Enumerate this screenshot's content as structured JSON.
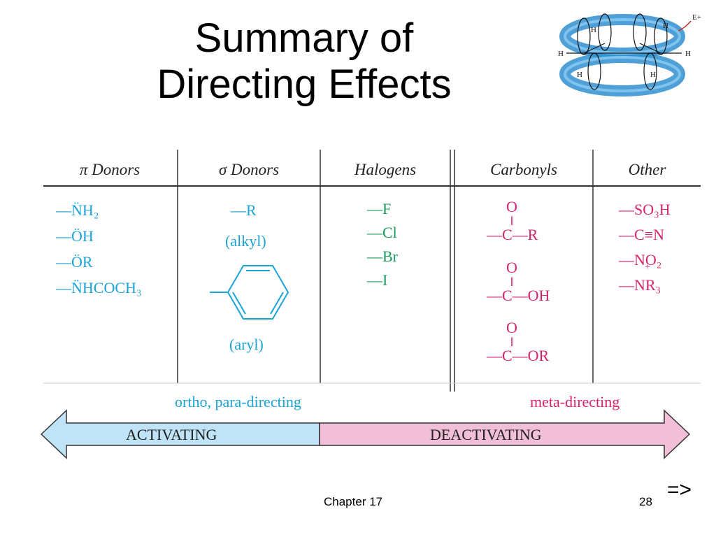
{
  "slide": {
    "title_line1": "Summary of",
    "title_line2": "Directing Effects",
    "footer_chapter": "Chapter 17",
    "page_number": "28",
    "nav_symbol": "=>"
  },
  "table": {
    "headers": [
      "π Donors",
      "σ Donors",
      "Halogens",
      "Carbonyls",
      "Other"
    ],
    "pi_donors": [
      "—N̈H₂",
      "—ÖH",
      "—ÖR",
      "—N̈HCOCH₃"
    ],
    "sigma_donors": {
      "alkyl_group": "—R",
      "alkyl_label": "(alkyl)",
      "aryl_label": "(aryl)"
    },
    "halogens": [
      "—F",
      "—Cl",
      "—Br",
      "—I"
    ],
    "carbonyls": [
      {
        "top": "O",
        "formula": "—C—R"
      },
      {
        "top": "O",
        "formula": "—C—OH"
      },
      {
        "top": "O",
        "formula": "—C—OR"
      }
    ],
    "other": [
      "—SO₃H",
      "—C≡N",
      "—NO₂",
      "—NR₃"
    ],
    "other_charge": "+"
  },
  "directing": {
    "ortho_para": "ortho, para-directing",
    "meta": "meta-directing"
  },
  "arrow": {
    "activating": "ACTIVATING",
    "deactivating": "DEACTIVATING",
    "colors": {
      "activating": "#bfe4f7",
      "deactivating": "#f2bfd8",
      "outline": "#333333"
    }
  },
  "icons": {
    "benzene_ring": "pi-electron-ring-icon",
    "electrophile": "E+"
  }
}
